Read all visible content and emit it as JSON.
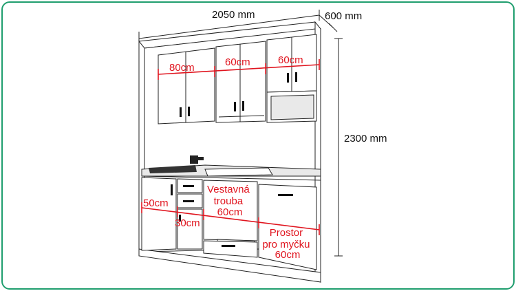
{
  "dimensions": {
    "width": "2050 mm",
    "depth": "600 mm",
    "height": "2300 mm"
  },
  "upper_cabinets": {
    "left_width": "80cm",
    "middle_width": "60cm",
    "right_width": "60cm"
  },
  "lower_cabinets": {
    "sink_cabinet_width": "50cm",
    "drawer_unit_width": "30cm",
    "oven_label": [
      "Vestavná",
      "trouba",
      "60cm"
    ],
    "dishwasher_label": [
      "Prostor",
      "pro myčku",
      "60cm"
    ]
  },
  "colors": {
    "border": "#1f9e6e",
    "dimension_red": "#e0141e",
    "line": "#222222"
  }
}
